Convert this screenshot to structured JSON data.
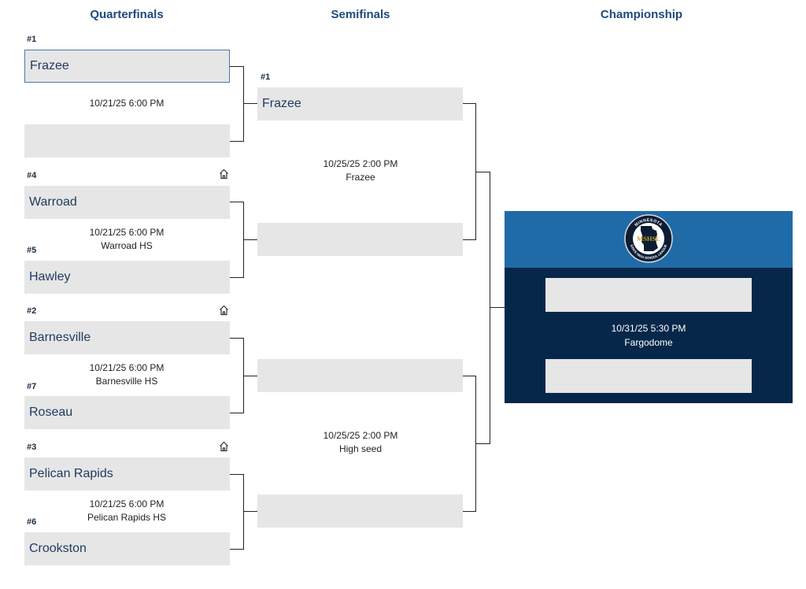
{
  "rounds": {
    "quarterfinals": "Quarterfinals",
    "semifinals": "Semifinals",
    "championship": "Championship"
  },
  "quarterfinals": [
    {
      "top_seed": "#1",
      "top_team": "Frazee",
      "bottom_seed": "",
      "bottom_team": "",
      "date": "10/21/25 6:00 PM",
      "site": ""
    },
    {
      "top_seed": "#4",
      "top_team": "Warroad",
      "bottom_seed": "#5",
      "bottom_team": "Hawley",
      "date": "10/21/25 6:00 PM",
      "site": "Warroad HS"
    },
    {
      "top_seed": "#2",
      "top_team": "Barnesville",
      "bottom_seed": "#7",
      "bottom_team": "Roseau",
      "date": "10/21/25 6:00 PM",
      "site": "Barnesville HS"
    },
    {
      "top_seed": "#3",
      "top_team": "Pelican Rapids",
      "bottom_seed": "#6",
      "bottom_team": "Crookston",
      "date": "10/21/25 6:00 PM",
      "site": "Pelican Rapids HS"
    }
  ],
  "semifinals": [
    {
      "top_seed": "#1",
      "top_team": "Frazee",
      "bottom_team": "",
      "date": "10/25/25 2:00 PM",
      "site": "Frazee"
    },
    {
      "top_seed": "",
      "top_team": "",
      "bottom_team": "",
      "date": "10/25/25 2:00 PM",
      "site": "High seed"
    }
  ],
  "championship": {
    "top_team": "",
    "bottom_team": "",
    "date": "10/31/25 5:30 PM",
    "site": "Fargodome",
    "logo": {
      "arc_top": "MINNESOTA",
      "arc_bottom": "STATE HIGH SCHOOL LEAGUE",
      "center": "MSHSL"
    }
  },
  "icons": {
    "home": "home-icon"
  },
  "colors": {
    "title": "#1e4a7c",
    "slot": "#e6e6e6",
    "champ_header": "#1f6ba8",
    "champ_body": "#06274a"
  }
}
